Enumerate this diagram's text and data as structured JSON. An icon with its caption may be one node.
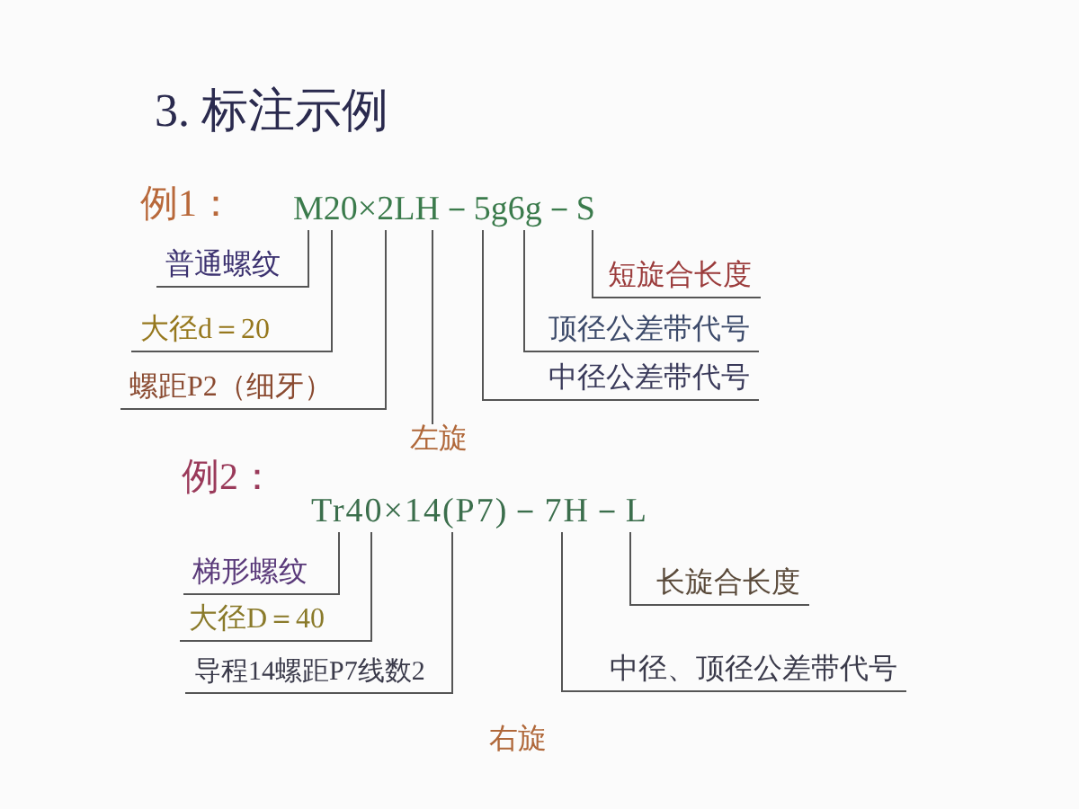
{
  "diagram": {
    "title": "3. 标注示例",
    "nodes": [
      {
        "text": [
          "M20×2LH－5g6g－S"
        ]
      },
      {
        "text": [
          "普通螺纹"
        ]
      },
      {
        "text": [
          "短旋合长度"
        ]
      },
      {
        "text": [
          "大径d＝20"
        ]
      },
      {
        "text": [
          "顶径公差带代号"
        ]
      },
      {
        "text": [
          "螺距P2（细牙）"
        ]
      },
      {
        "text": [
          "中径公差带代号"
        ]
      },
      {
        "text": [
          "左旋"
        ]
      },
      {
        "text": [
          "Tr40×14(P7)－7H－L"
        ]
      },
      {
        "text": [
          "梯形螺纹"
        ]
      },
      {
        "text": [
          "长旋合长度"
        ]
      },
      {
        "text": [
          "大径D＝40"
        ]
      },
      {
        "text": [
          "中径、顶径公差带代号"
        ]
      },
      {
        "text": [
          "导程14螺距P7线数2"
        ]
      }
    ],
    "edges": [
      {
        "from": 1,
        "to": 0,
        "arrow": "none"
      },
      {
        "from": 3,
        "to": 0,
        "arrow": "none"
      },
      {
        "from": 5,
        "to": 0,
        "arrow": "none"
      },
      {
        "from": 7,
        "to": 0,
        "arrow": "none"
      },
      {
        "from": 2,
        "to": 0,
        "arrow": "none"
      },
      {
        "from": 4,
        "to": 0,
        "arrow": "none"
      },
      {
        "from": 6,
        "to": 0,
        "arrow": "none"
      },
      {
        "from": 9,
        "to": 8,
        "arrow": "none"
      },
      {
        "from": 11,
        "to": 8,
        "arrow": "none"
      },
      {
        "from": 13,
        "to": 8,
        "arrow": "none"
      },
      {
        "from": 12,
        "to": 8,
        "arrow": "none"
      },
      {
        "from": 10,
        "to": 8,
        "arrow": "none"
      }
    ],
    "labels": [
      "例1：",
      "例2：",
      "右旋"
    ]
  }
}
